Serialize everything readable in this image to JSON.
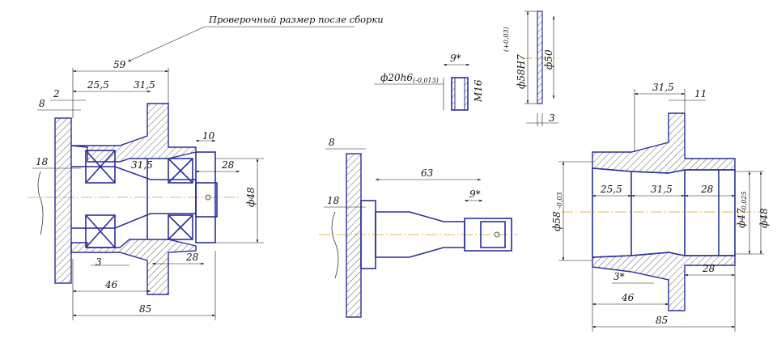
{
  "note": {
    "text": "Проверочный размер после сборки"
  },
  "assembly": {
    "dim_59": "59",
    "dim_2": "2",
    "dim_8": "8",
    "dim_25_5": "25,5",
    "dim_31_5_top": "31,5",
    "dim_10": "10",
    "dim_18": "18",
    "dim_31_5_mid": "31,5",
    "dim_28_top": "28",
    "dim_d48": "ф48",
    "dim_3": "3",
    "dim_28_bottom": "28",
    "dim_46": "46",
    "dim_85": "85"
  },
  "shaft": {
    "dim_8": "8",
    "dim_63": "63",
    "dim_9": "9*",
    "dim_18": "18"
  },
  "nut": {
    "dim_9": "9*",
    "dim_d20": "ф20h6",
    "dim_d20_tol": "(-0,013)",
    "dim_m16": "M16"
  },
  "washer": {
    "dim_d58": "ф58H7",
    "dim_d58_tol": "(+0,03)",
    "dim_d50": "ф50",
    "dim_3": "3"
  },
  "hub": {
    "dim_31_5_top": "31,5",
    "dim_11": "11",
    "dim_25_5": "25,5",
    "dim_31_5_mid": "31,5",
    "dim_28_mid": "28",
    "dim_d58": "ф58",
    "dim_d58_tol": "-0,03",
    "dim_d47": "ф47",
    "dim_d47_tol": "-0,025",
    "dim_d48": "ф48",
    "dim_3": "3*",
    "dim_28_bottom": "28",
    "dim_46": "46",
    "dim_85": "85"
  }
}
